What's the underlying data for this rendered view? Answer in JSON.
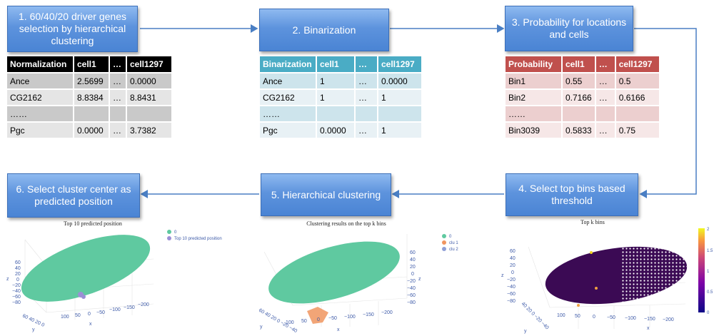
{
  "steps": {
    "s1": "1. 60/40/20 driver genes selection by hierarchical clustering",
    "s2": "2. Binarization",
    "s3": "3. Probability for locations and cells",
    "s4": "4. Select top bins based threshold",
    "s5": "5. Hierarchical clustering",
    "s6": "6. Select cluster center as predicted position"
  },
  "tables": {
    "normalization": {
      "header": [
        "Normalization",
        "cell1",
        "…",
        "cell1297"
      ],
      "rows": [
        [
          "Ance",
          "2.5699",
          "…",
          "0.0000"
        ],
        [
          "CG2162",
          "8.8384",
          "…",
          "8.8431"
        ],
        [
          "……",
          "",
          "",
          ""
        ],
        [
          "Pgc",
          "0.0000",
          "…",
          "3.7382"
        ]
      ]
    },
    "binarization": {
      "header": [
        "Binarization",
        "cell1",
        "…",
        "cell1297"
      ],
      "rows": [
        [
          "Ance",
          "1",
          "…",
          "0.0000"
        ],
        [
          "CG2162",
          "1",
          "…",
          "1"
        ],
        [
          "……",
          "",
          "",
          ""
        ],
        [
          "Pgc",
          "0.0000",
          "…",
          "1"
        ]
      ]
    },
    "probability": {
      "header": [
        "Probability",
        "cell1",
        "…",
        "cell1297"
      ],
      "rows": [
        [
          "Bin1",
          "0.55",
          "…",
          "0.5"
        ],
        [
          "Bin2",
          "0.7166",
          "…",
          "0.6166"
        ],
        [
          "……",
          "",
          "",
          ""
        ],
        [
          "Bin3039",
          "0.5833",
          "…",
          "0.75"
        ]
      ]
    }
  },
  "plots": {
    "predicted": {
      "title": "Top 10 predicted position",
      "legend": [
        {
          "label": "0",
          "color": "#5fc9a0"
        },
        {
          "label": "Top 10 predicted position",
          "color": "#9c8fd6"
        }
      ],
      "z_ticks": [
        "60",
        "40",
        "20",
        "0",
        "−20",
        "−40",
        "−60",
        "−80"
      ],
      "x_ticks": [
        "100",
        "50",
        "0",
        "−50",
        "−100",
        "−150",
        "−200"
      ],
      "y_ticks": "60 40 20 0",
      "z_label": "z",
      "x_label": "x",
      "y_label": "y"
    },
    "clustering": {
      "title": "Clustering results on the top k bins",
      "legend": [
        {
          "label": "0",
          "color": "#5fc9a0"
        },
        {
          "label": "clu 1",
          "color": "#f0955f"
        },
        {
          "label": "clu 2",
          "color": "#8f9fd6"
        }
      ],
      "z_ticks": [
        "60",
        "40",
        "20",
        "0",
        "−20",
        "−40",
        "−60",
        "−80"
      ],
      "x_ticks": [
        "100",
        "50",
        "0",
        "−50",
        "−100",
        "−150",
        "−200"
      ],
      "y_ticks": "60 40 20 0 −20 −40",
      "z_label": "z",
      "x_label": "x",
      "y_label": "y"
    },
    "topk": {
      "title": "Top k bins",
      "colorbar_ticks": [
        "2",
        "1.5",
        "1",
        "0.5",
        "0"
      ],
      "z_ticks": [
        "60",
        "40",
        "20",
        "0",
        "−20",
        "−40",
        "−60",
        "−80"
      ],
      "x_ticks": [
        "100",
        "50",
        "0",
        "−50",
        "−100",
        "−150",
        "−200"
      ],
      "y_ticks": "40 20 0 −20 −40",
      "z_label": "z",
      "x_label": "x",
      "y_label": "y"
    }
  }
}
